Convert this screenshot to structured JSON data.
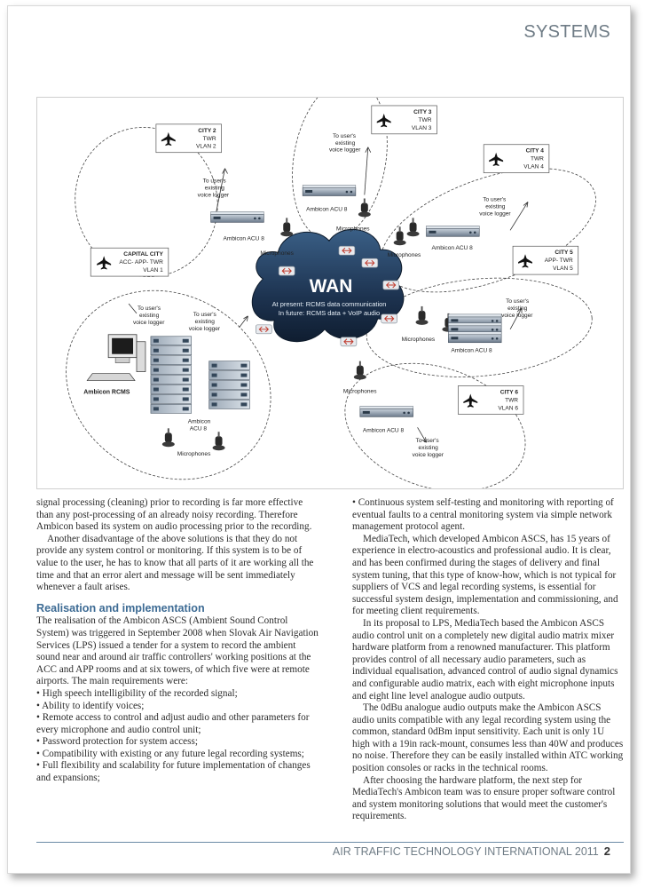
{
  "header": {
    "section": "SYSTEMS"
  },
  "figure": {
    "wan": {
      "title": "WAN",
      "line1": "At present: RCMS data communication",
      "line2": "In future: RCMS data + VoIP audio"
    },
    "capital": {
      "name": "CAPITAL CITY",
      "role": "ACC- APP- TWR",
      "vlan": "VLAN 1",
      "rcms": "Ambicon RCMS",
      "logger1a": "To user's",
      "logger1b": "existing",
      "logger1c": "voice logger",
      "logger2a": "To user's",
      "logger2b": "existing",
      "logger2c": "voice logger",
      "acu1": "Ambicon",
      "acu2": "ACU 8",
      "mics": "Microphones"
    },
    "city2": {
      "name": "CITY 2",
      "role": "TWR",
      "vlan": "VLAN 2",
      "loggerA": "To user's",
      "loggerB": "existing",
      "loggerC": "voice logger",
      "acu": "Ambicon ACU 8",
      "mics": "Microphones"
    },
    "city3": {
      "name": "CITY 3",
      "role": "TWR",
      "vlan": "VLAN 3",
      "loggerA": "To user's",
      "loggerB": "existing",
      "loggerC": "voice logger",
      "acu": "Ambicon ACU 8",
      "mics": "Microphones"
    },
    "city4": {
      "name": "CITY 4",
      "role": "TWR",
      "vlan": "VLAN 4",
      "loggerA": "To user's",
      "loggerB": "existing",
      "loggerC": "voice logger",
      "acu": "Ambicon ACU 8",
      "mics": "Microphones"
    },
    "city5": {
      "name": "CITY 5",
      "role": "APP- TWR",
      "vlan": "VLAN 5",
      "loggerA": "To user's",
      "loggerB": "existing",
      "loggerC": "voice logger",
      "acu": "Ambicon ACU 8",
      "mics": "Microphones"
    },
    "city6": {
      "name": "CITY 6",
      "role": "TWR",
      "vlan": "VLAN 6",
      "loggerA": "To user's",
      "loggerB": "existing",
      "loggerC": "voice logger",
      "acu": "Ambicon ACU 8",
      "mics": "Microphones"
    }
  },
  "left_column": {
    "p1": "signal processing (cleaning) prior to recording is far more effective than any post-processing of an already noisy recording. Therefore Ambicon based its system on audio processing prior to the recording.",
    "p2": "Another disadvantage of the above solutions is that they do not provide any system control or monitoring. If this system is to be of value to the user, he has to know that all parts of it are working all the time and that an error alert and message will be sent immediately whenever a fault arises.",
    "heading": "Realisation and implementation",
    "p3": "The realisation of the Ambicon ASCS (Ambient Sound Control System) was triggered in September 2008 when Slovak Air Navigation Services (LPS) issued a tender for a system to record the ambient sound near and around air traffic controllers' working positions at the ACC and APP rooms and at six towers, of which five were at remote airports. The main requirements were:",
    "bullets": [
      "• High speech intelligibility of the recorded signal;",
      "• Ability to identify voices;",
      "• Remote access to control and adjust audio and other parameters for every microphone and audio control unit;",
      "• Password protection for system access;",
      "• Compatibility with existing or any future legal recording systems;",
      "• Full flexibility and scalability for future implementation of changes and expansions;"
    ]
  },
  "right_column": {
    "b1": "• Continuous system self-testing and monitoring with reporting of eventual faults to a central monitoring system via simple network management protocol agent.",
    "p1": "MediaTech, which developed Ambicon ASCS, has 15 years of experience in electro-acoustics and professional audio. It is clear, and has been confirmed during the stages of delivery and final system tuning, that this type of know-how, which is not typical for suppliers of VCS and legal recording systems, is essential for successful system design, implementation and commissioning, and for meeting client requirements.",
    "p2": "In its proposal to LPS, MediaTech based the Ambicon ASCS audio control unit on a completely new digital audio matrix mixer hardware platform from a renowned manufacturer. This platform provides control of all necessary audio parameters, such as individual equalisation, advanced control of audio signal dynamics and configurable audio matrix, each with eight microphone inputs and eight line level analogue audio outputs.",
    "p3": "The 0dBu analogue audio outputs make the Ambicon ASCS audio units compatible with any legal recording system using the common, standard 0dBm input sensitivity. Each unit is only 1U high with a 19in rack-mount, consumes less than 40W and produces no noise. Therefore they can be easily installed within ATC working position consoles or racks in the technical rooms.",
    "p4": "After choosing the hardware platform, the next step for MediaTech's Ambicon team was to ensure proper software control and system monitoring solutions that would meet the customer's requirements."
  },
  "footer": {
    "publication": "AIR TRAFFIC TECHNOLOGY INTERNATIONAL 2011",
    "page": "2"
  }
}
